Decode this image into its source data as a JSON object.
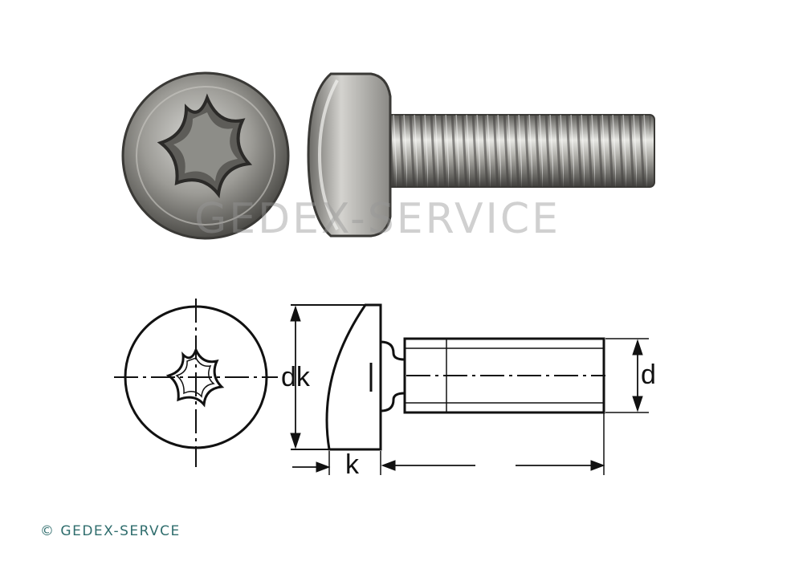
{
  "watermark": "GEDEX-SERVICE",
  "copyright": "© GEDEX-SERVCE",
  "labels": {
    "head_diameter": "dk",
    "head_height": "k",
    "thread_diameter": "d"
  },
  "colors": {
    "line": "#111111",
    "watermark": "#9a9a9a",
    "copyright": "#2f6d6d"
  },
  "icons": [
    "torx-drive-icon"
  ]
}
